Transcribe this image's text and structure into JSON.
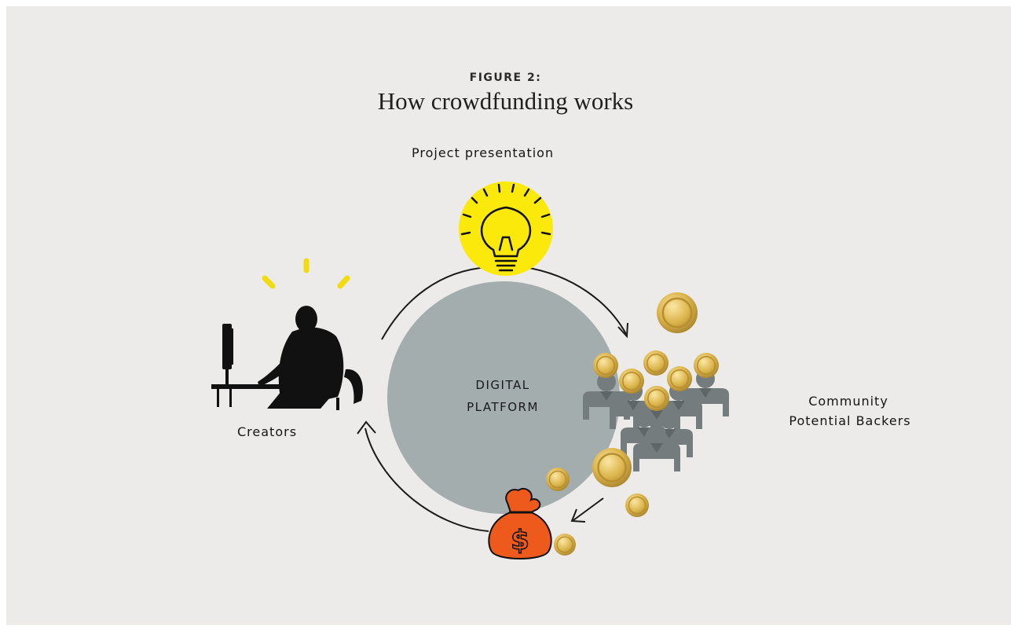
{
  "figure": {
    "label": "FIGURE 2:",
    "title": "How crowdfunding works"
  },
  "nodes": {
    "project": "Project presentation",
    "creators": "Creators",
    "platform_line1": "DIGITAL",
    "platform_line2": "PLATFORM",
    "community_line1": "Community",
    "community_line2": "Potential Backers"
  },
  "icons": [
    "lightbulb-icon",
    "person-at-computer-icon",
    "people-group-icon",
    "coin-icon",
    "money-bag-icon"
  ],
  "colors": {
    "background": "#ecebe9",
    "platform_circle": "#a3adad",
    "bulb_yellow": "#fbe90c",
    "people_gray": "#747c7e",
    "coin_gold": "#d9b44a",
    "bag_orange": "#ee5a1c",
    "accent_yellow": "#f2db10"
  }
}
